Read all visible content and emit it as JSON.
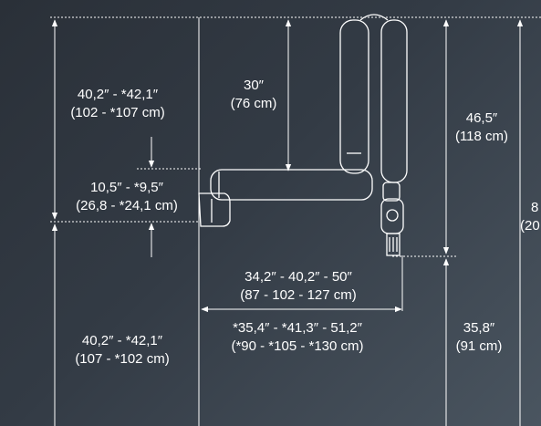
{
  "diagram": {
    "colors": {
      "background_dark": "#2a3038",
      "background_light": "#4a5560",
      "line": "#ffffff",
      "device": "#ffffff"
    },
    "labels": {
      "wall_upper": {
        "line1": "40,2″ - *42,1″",
        "line2": "(102 - *107 cm)"
      },
      "arm_drop": {
        "line1": "30″",
        "line2": "(76 cm)"
      },
      "head_span": {
        "line1": "46,5″",
        "line2": "(118 cm)"
      },
      "bracket": {
        "line1": "10,5″ - *9,5″",
        "line2": "(26,8 - *24,1 cm)"
      },
      "total_height": {
        "line1": "8",
        "line2": "(20"
      },
      "reach_std": {
        "line1": "34,2″ - 40,2″ - 50″",
        "line2": "(87 - 102 - 127 cm)"
      },
      "reach_alt": {
        "line1": "*35,4″ - *41,3″ - 51,2″",
        "line2": "(*90 - *105 - *130 cm)"
      },
      "wall_lower": {
        "line1": "40,2″ - *42,1″",
        "line2": "(107 - *102 cm)"
      },
      "floor_to_head": {
        "line1": "35,8″",
        "line2": "(91 cm)"
      }
    }
  }
}
